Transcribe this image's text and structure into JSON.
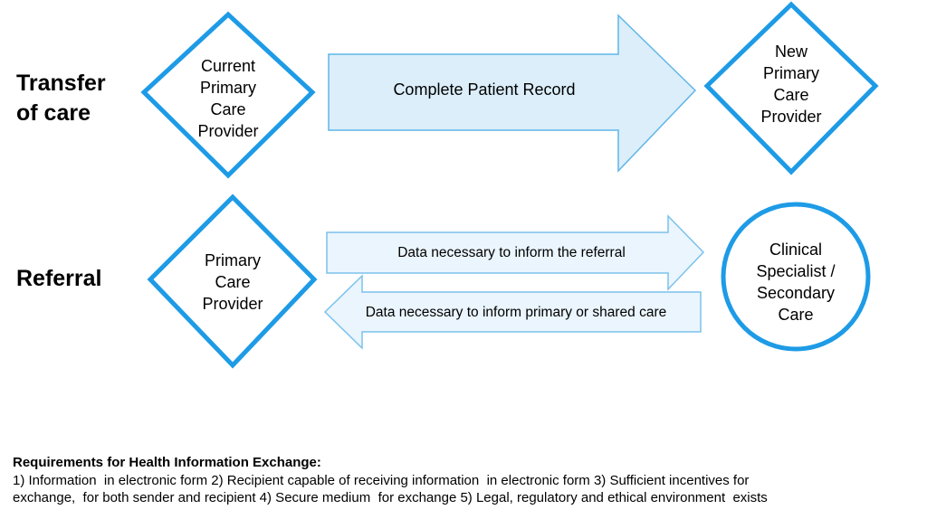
{
  "rows": {
    "transfer": {
      "label_lines": [
        "Transfer",
        "of care"
      ],
      "source_node": [
        "Current",
        "Primary",
        "Care",
        "Provider"
      ],
      "arrow_label": "Complete Patient Record",
      "target_node": [
        "New",
        "Primary",
        "Care",
        "Provider"
      ]
    },
    "referral": {
      "label": "Referral",
      "source_node": [
        "Primary",
        "Care",
        "Provider"
      ],
      "forward_arrow_label": "Data necessary to inform the referral",
      "return_arrow_label": "Data necessary to inform primary or shared care",
      "target_node": [
        "Clinical",
        "Specialist /",
        "Secondary",
        "Care"
      ]
    }
  },
  "requirements": {
    "title": "Requirements for Health Information Exchange:",
    "line1": "1) Information  in electronic form 2) Recipient capable of receiving information  in electronic form 3) Sufficient incentives for",
    "line2": "exchange,  for both sender and recipient 4) Secure medium  for exchange 5) Legal, regulatory and ethical environment  exists"
  },
  "colors": {
    "node_border": "#1e9be6",
    "big_arrow_fill": "#dbeefa",
    "big_arrow_stroke": "#5fb6e8",
    "small_arrow_fill": "#eaf5fd",
    "small_arrow_stroke": "#7cc2ec"
  }
}
